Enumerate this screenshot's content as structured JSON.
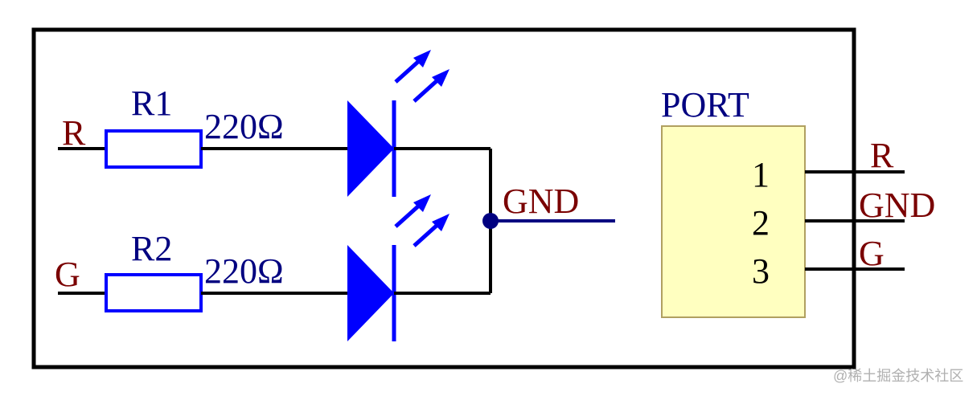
{
  "colors": {
    "border": "#000000",
    "wire": "#000000",
    "component": "#0000ff",
    "net_label": "#7a0000",
    "designator": "#000080",
    "junction": "#000080",
    "port_fill": "#ffffc0",
    "port_stroke": "#b0a060",
    "watermark": "#b0b0b0"
  },
  "nets": {
    "r_in": "R",
    "g_in": "G",
    "gnd": "GND"
  },
  "resistors": [
    {
      "designator": "R1",
      "value": "220Ω"
    },
    {
      "designator": "R2",
      "value": "220Ω"
    }
  ],
  "port": {
    "title": "PORT",
    "pins": [
      {
        "number": "1",
        "net": "R"
      },
      {
        "number": "2",
        "net": "GND"
      },
      {
        "number": "3",
        "net": "G"
      }
    ]
  },
  "watermark": "@稀土掘金技术社区"
}
